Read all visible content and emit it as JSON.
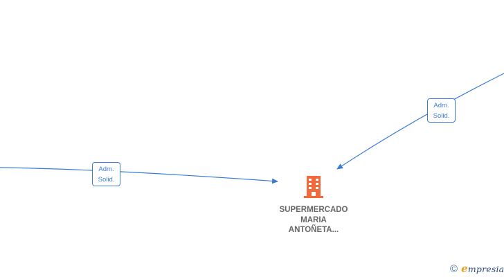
{
  "colors": {
    "edge": "#3a7bd5",
    "node_icon": "#f26a3c",
    "node_text": "#666666",
    "brand_primary": "#2f4d86",
    "brand_accent": "#f0a020"
  },
  "node": {
    "icon": "building-icon",
    "name_lines": [
      "SUPERMERCADO",
      "MARIA",
      "ANTOÑETA..."
    ]
  },
  "edges": [
    {
      "label_line1": "Adm.",
      "label_line2": "Solid."
    },
    {
      "label_line1": "Adm.",
      "label_line2": "Solid."
    }
  ],
  "footer": {
    "copyright_symbol": "©",
    "brand_first_letter": "e",
    "brand_rest": "mpresia"
  }
}
